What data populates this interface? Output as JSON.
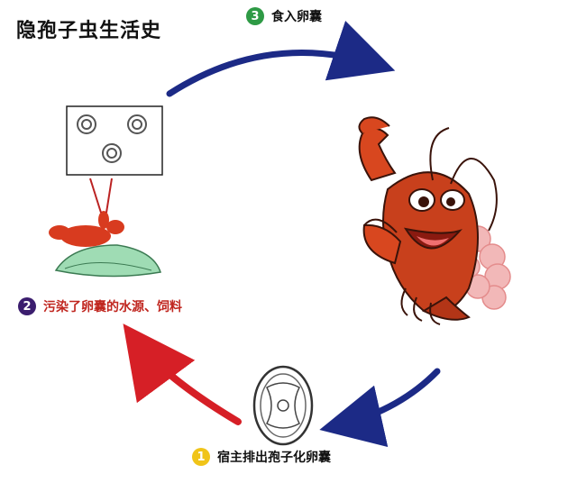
{
  "title": "隐孢子虫生活史",
  "steps": [
    {
      "number": "1",
      "label": "宿主排出孢子化卵囊",
      "color": "#f0c419"
    },
    {
      "number": "2",
      "label": "污染了卵囊的水源、饲料",
      "color": "#3b1d6e"
    },
    {
      "number": "3",
      "label": "食入卵囊",
      "color": "#2e9a45"
    }
  ],
  "colors": {
    "arrow_blue": "#1c2a86",
    "arrow_red": "#d61f26",
    "crayfish": "#c8401c",
    "eggs": "#f2b8b8",
    "leaf": "#9fdcb4"
  }
}
